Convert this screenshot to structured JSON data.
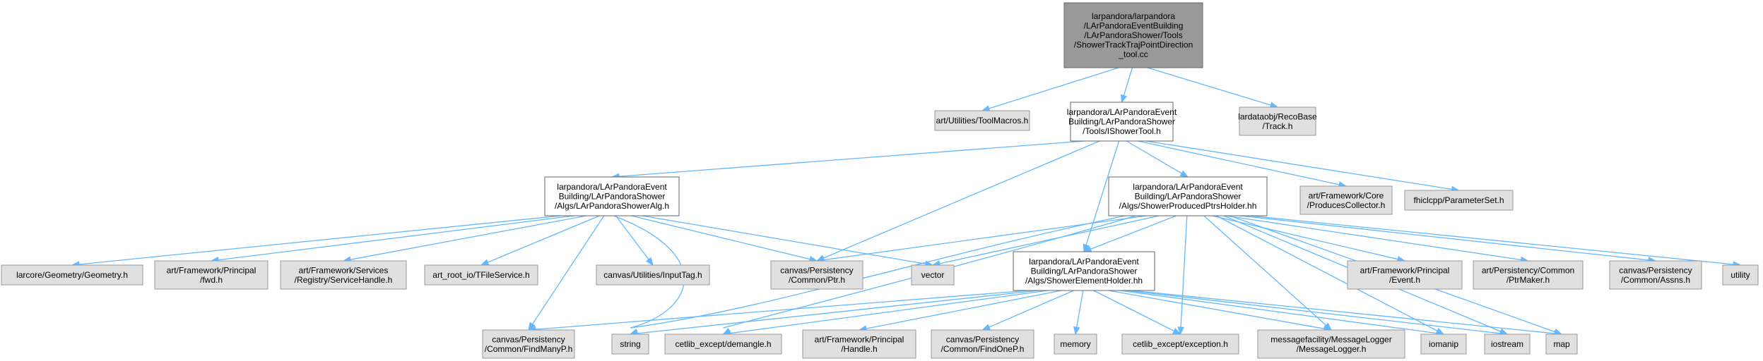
{
  "diagram": {
    "nodes": {
      "root": [
        "larpandora/larpandora",
        "/LArPandoraEventBuilding",
        "/LArPandoraShower/Tools",
        "/ShowerTrackTrajPointDirection",
        "_tool.cc"
      ],
      "toolmacros": [
        "art/Utilities/ToolMacros.h"
      ],
      "ishowertool": [
        "larpandora/LArPandoraEvent",
        "Building/LArPandoraShower",
        "/Tools/IShowerTool.h"
      ],
      "track": [
        "lardataobj/RecoBase",
        "/Track.h"
      ],
      "showeralg": [
        "larpandora/LArPandoraEvent",
        "Building/LArPandoraShower",
        "/Algs/LArPandoraShowerAlg.h"
      ],
      "producescollector": [
        "art/Framework/Core",
        "/ProducesCollector.h"
      ],
      "parameterset": [
        "fhiclcpp/ParameterSet.h"
      ],
      "ptrsholder": [
        "larpandora/LArPandoraEvent",
        "Building/LArPandoraShower",
        "/Algs/ShowerProducedPtrsHolder.hh"
      ],
      "geometry": [
        "larcore/Geometry/Geometry.h"
      ],
      "fwd": [
        "art/Framework/Principal",
        "/fwd.h"
      ],
      "servicehandle": [
        "art/Framework/Services",
        "/Registry/ServiceHandle.h"
      ],
      "tfileservice": [
        "art_root_io/TFileService.h"
      ],
      "inputtag": [
        "canvas/Utilities/InputTag.h"
      ],
      "ptr": [
        "canvas/Persistency",
        "/Common/Ptr.h"
      ],
      "vector": [
        "vector"
      ],
      "event": [
        "art/Framework/Principal",
        "/Event.h"
      ],
      "ptrmaker": [
        "art/Persistency/Common",
        "/PtrMaker.h"
      ],
      "assns": [
        "canvas/Persistency",
        "/Common/Assns.h"
      ],
      "utility": [
        "utility"
      ],
      "elementholder": [
        "larpandora/LArPandoraEvent",
        "Building/LArPandoraShower",
        "/Algs/ShowerElementHolder.hh"
      ],
      "findmanyp": [
        "canvas/Persistency",
        "/Common/FindManyP.h"
      ],
      "string": [
        "string"
      ],
      "demangle": [
        "cetlib_except/demangle.h"
      ],
      "handle": [
        "art/Framework/Principal",
        "/Handle.h"
      ],
      "findonep": [
        "canvas/Persistency",
        "/Common/FindOneP.h"
      ],
      "memory": [
        "memory"
      ],
      "exception": [
        "cetlib_except/exception.h"
      ],
      "messagelogger": [
        "messagefacility/MessageLogger",
        "/MessageLogger.h"
      ],
      "iomanip": [
        "iomanip"
      ],
      "iostream": [
        "iostream"
      ],
      "map": [
        "map"
      ]
    }
  }
}
